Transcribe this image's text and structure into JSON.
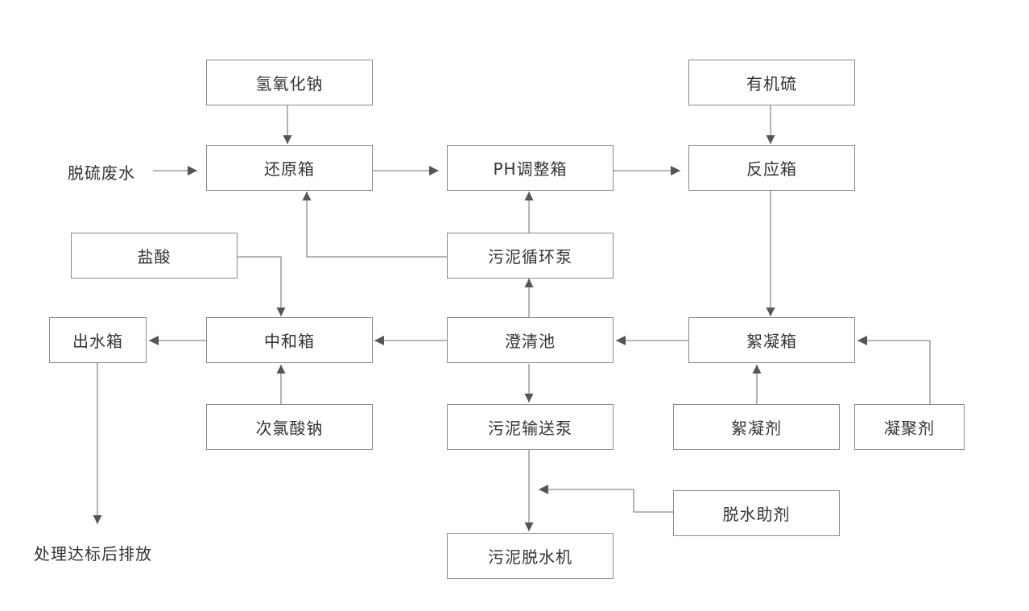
{
  "nodes": {
    "naoh": "氢氧化钠",
    "organic_sulfur": "有机硫",
    "reduction_tank": "还原箱",
    "ph_tank": "PH调整箱",
    "reaction_tank": "反应箱",
    "hcl": "盐酸",
    "sludge_recirc_pump": "污泥循环泵",
    "outlet_tank": "出水箱",
    "neutralization_tank": "中和箱",
    "clarifier": "澄清池",
    "flocculation_tank": "絮凝箱",
    "naclo": "次氯酸钠",
    "sludge_transfer_pump": "污泥输送泵",
    "flocculant": "絮凝剂",
    "coagulant": "凝聚剂",
    "dewatering_aid": "脱水助剂",
    "sludge_dewaterer": "污泥脱水机"
  },
  "labels": {
    "inlet": "脱硫废水",
    "outlet": "处理达标后排放"
  },
  "colors": {
    "line": "#8a8a8a",
    "arrow": "#555555",
    "text": "#333333"
  }
}
